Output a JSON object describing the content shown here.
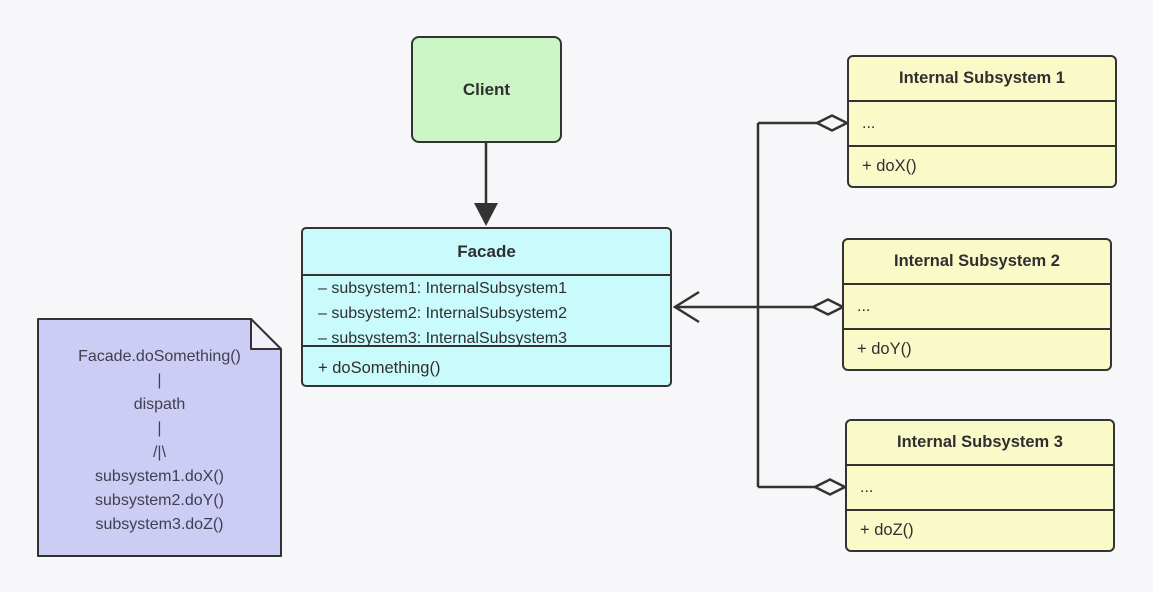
{
  "diagram": {
    "client": {
      "label": "Client"
    },
    "facade": {
      "title": "Facade",
      "attributes": [
        "– subsystem1: InternalSubsystem1",
        "– subsystem2: InternalSubsystem2",
        "– subsystem3: InternalSubsystem3"
      ],
      "method": "+ doSomething()"
    },
    "subsystems": [
      {
        "title": "Internal Subsystem 1",
        "placeholder": "...",
        "method": "+ doX()"
      },
      {
        "title": "Internal Subsystem 2",
        "placeholder": "...",
        "method": "+ doY()"
      },
      {
        "title": "Internal Subsystem 3",
        "placeholder": "...",
        "method": "+ doZ()"
      }
    ],
    "note": {
      "lines": [
        "Facade.doSomething()",
        "|",
        "dispath",
        "|",
        "/|\\",
        "subsystem1.doX()",
        "subsystem2.doY()",
        "subsystem3.doZ()"
      ]
    },
    "colors": {
      "background": "#f7f6f8",
      "client_fill": "#ccf5c6",
      "facade_fill": "#c9fafc",
      "subsystem_fill": "#fafac8",
      "note_fill": "#ccccf4",
      "stroke": "#333333"
    }
  }
}
